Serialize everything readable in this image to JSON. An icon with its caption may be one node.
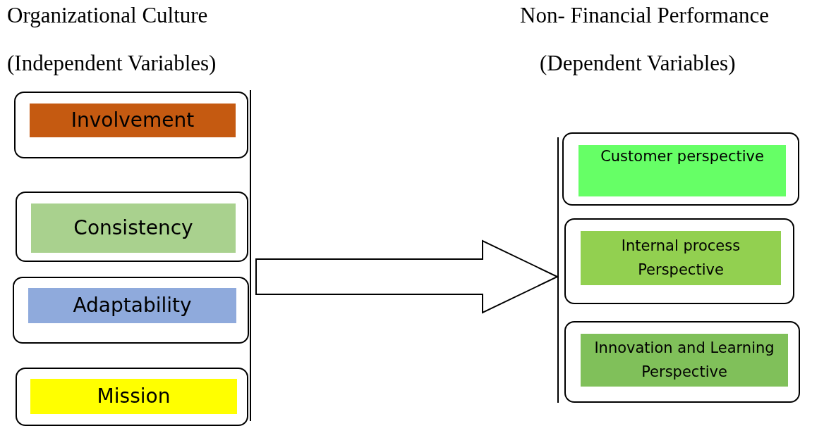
{
  "diagram": {
    "nodes": [
      {
        "text": [
          "Involvement"
        ]
      },
      {
        "text": [
          "Consistency"
        ]
      },
      {
        "text": [
          "Adaptability"
        ]
      },
      {
        "text": [
          "Mission"
        ]
      },
      {
        "text": [],
        "shape": "bar"
      },
      {
        "text": [],
        "shape": "bar"
      },
      {
        "text": [
          "Customer perspective"
        ]
      },
      {
        "text": [
          "Internal process Perspective"
        ]
      },
      {
        "text": [
          "Innovation and Learning Perspective"
        ]
      }
    ],
    "edges": [
      {
        "from": 4,
        "to": 5,
        "arrow": "to",
        "style": "thick"
      }
    ],
    "labels": [
      "Organizational Culture",
      "Non- Financial Performance",
      "(Independent Variables)",
      "(Dependent Variables)"
    ]
  }
}
